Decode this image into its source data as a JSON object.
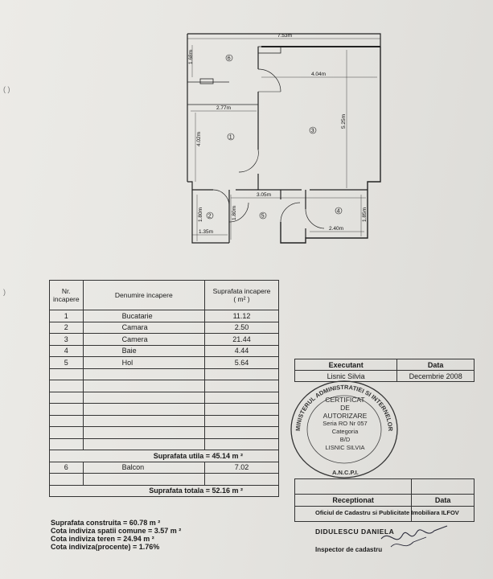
{
  "margin_marks": [
    "( )",
    ")"
  ],
  "plan": {
    "dimensions": {
      "total_width": "7.53m",
      "balcony_height": "1.68m",
      "room3_width": "4.04m",
      "room1_width": "2.77m",
      "room1_height": "4.02m",
      "room3_height": "5.25m",
      "hall_width": "3.05m",
      "room2_height": "1.80m",
      "hall_height": "1.80m",
      "bath_height": "1.85m",
      "room2_width": "1.35m",
      "bath_width": "2.40m"
    },
    "room_numbers": [
      "1",
      "2",
      "3",
      "4",
      "5",
      "6"
    ]
  },
  "rooms_table": {
    "headers": {
      "nr": "Nr. incapere",
      "name": "Denumire incapere",
      "area": "Suprafata incapere",
      "area_unit": "( m² )"
    },
    "rows": [
      {
        "nr": "1",
        "name": "Bucatarie",
        "area": "11.12"
      },
      {
        "nr": "2",
        "name": "Camara",
        "area": "2.50"
      },
      {
        "nr": "3",
        "name": "Camera",
        "area": "21.44"
      },
      {
        "nr": "4",
        "name": "Baie",
        "area": "4.44"
      },
      {
        "nr": "5",
        "name": "Hol",
        "area": "5.64"
      }
    ],
    "useful_area": "Suprafata utila = 45.14 m ²",
    "balcony": {
      "nr": "6",
      "name": "Balcon",
      "area": "7.02"
    },
    "total_area": "Suprafata totala = 52.16 m ²"
  },
  "summary": [
    "Suprafata construita = 60.78 m ²",
    "Cota indiviza spatii comune = 3.57 m ²",
    "Cota indiviza teren = 24.94 m ²",
    "Cota indiviza(procente) = 1.76%"
  ],
  "executant": {
    "header_executant": "Executant",
    "header_date": "Data",
    "name": "Lisnic Silvia",
    "date": "Decembrie 2008"
  },
  "stamp": {
    "ring_text": "MINISTERUL ADMINISTRATIEI SI INTERNELOR",
    "bottom_text": "A.N.C.P.I.",
    "lines": [
      "CERTIFICAT",
      "DE",
      "AUTORIZARE",
      "Seria RO Nr 057",
      "Categoria",
      "B/D",
      "LISNIC SILVIA"
    ]
  },
  "receptionat": {
    "header": "Receptionat",
    "date_header": "Data"
  },
  "office": "Oficiul de Cadastru si Publicitate Imobiliara ILFOV",
  "inspector_name": "DIDULESCU DANIELA",
  "inspector_title": "Inspector de cadastru"
}
